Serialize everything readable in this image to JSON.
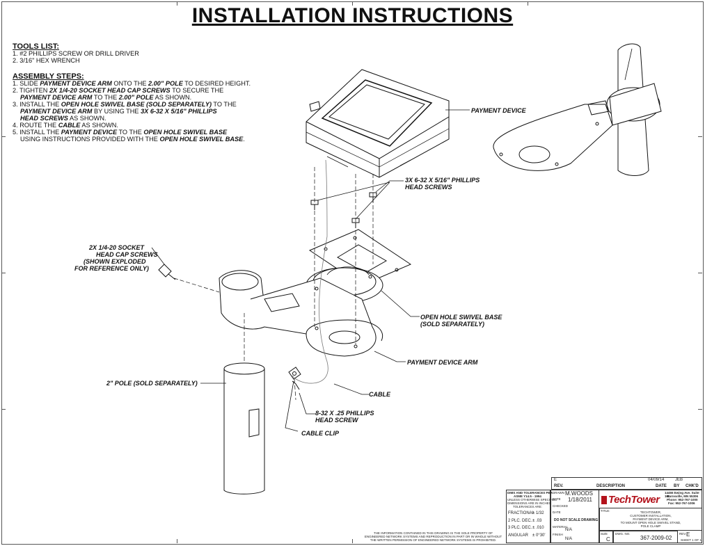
{
  "title": "INSTALLATION INSTRUCTIONS",
  "tools": {
    "heading": "TOOLS LIST:",
    "items": [
      "1. #2 PHILLIPS SCREW OR DRILL DRIVER",
      "2. 3/16\" HEX WRENCH"
    ]
  },
  "assembly": {
    "heading": "ASSEMBLY STEPS:",
    "s1a": "1. SLIDE ",
    "s1b": "PAYMENT DEVICE ARM",
    "s1c": " ONTO THE ",
    "s1d": "2.00\" POLE",
    "s1e": " TO DESIRED HEIGHT.",
    "s2a": "2. TIGHTEN ",
    "s2b": "2X 1/4-20 SOCKET HEAD CAP SCREWS",
    "s2c": " TO SECURE THE",
    "s2d": "PAYMENT DEVICE ARM",
    "s2e": " TO THE ",
    "s2f": "2.00\" POLE",
    "s2g": " AS SHOWN.",
    "s3a": "3. INSTALL THE ",
    "s3b": "OPEN HOLE SWIVEL BASE (SOLD SEPARATELY)",
    "s3c": " TO THE",
    "s3d": "PAYMENT DEVICE ARM",
    "s3e": " BY USING THE ",
    "s3f": "3X 6-32 X 5/16\" PHILLIPS",
    "s3g": "HEAD SCREWS",
    "s3h": " AS SHOWN.",
    "s4a": "4. ROUTE THE ",
    "s4b": "CABLE",
    "s4c": " AS SHOWN.",
    "s5a": "5. INSTALL THE ",
    "s5b": "PAYMENT DEVICE",
    "s5c": " TO THE ",
    "s5d": "OPEN HOLE SWIVEL BASE",
    "s5e": "USING INSTRUCTIONS PROVIDED WITH THE ",
    "s5f": "OPEN HOLE SWIVEL BASE",
    "s5g": "."
  },
  "callouts": {
    "payment_device": "PAYMENT DEVICE",
    "phillips_1": "3X 6-32 X 5/16\" PHILLIPS",
    "phillips_2": "HEAD SCREWS",
    "socket_1": "2X 1/4-20 SOCKET",
    "socket_2": "HEAD CAP SCREWS",
    "socket_3": "(SHOWN EXPLODED",
    "socket_4": "FOR REFERENCE ONLY)",
    "swivel_1": "OPEN HOLE SWIVEL BASE",
    "swivel_2": "(SOLD SEPARATELY)",
    "arm": "PAYMENT DEVICE ARM",
    "pole": "2\" POLE (SOLD SEPARATELY)",
    "cable": "CABLE",
    "head_screw_1": "8-32 X .25 PHILLIPS",
    "head_screw_2": "HEAD SCREW",
    "cable_clip": "CABLE CLIP"
  },
  "title_block": {
    "rev_letter": "E",
    "rev_date": "04/09/14",
    "rev_by": "JEB",
    "rev_label": "REV.",
    "desc_label": "DESCRIPTION",
    "date_label": "DATE",
    "by_label": "BY",
    "chkd_label": "CHK'D",
    "dims_1": "DIMS AND TOLERANCES PER",
    "dims_2": "ASME Y14.5 - 1994",
    "dims_3": "UNLESS OTHERWISE SPECIFIED",
    "dims_4": "DIMENSIONS ARE IN INCHES",
    "dims_5": "TOLERANCES ARE:",
    "drawn_label": "DRAWN",
    "drawn_by": "M.WOODS",
    "date_row_label": "DATE",
    "drawn_date": "1/18/2011",
    "checked_label": "CHECKED",
    "date2_label": "DATE",
    "fractional_label": "FRACTIONAL",
    "fractional_val": "±  1/32",
    "dec2_label": "2 PLC. DEC.",
    "dec2_val": "±  .03",
    "dec3_label": "3 PLC. DEC.",
    "dec3_val": "±  .010",
    "angular_label": "ANGULAR",
    "angular_val": "±  0°30'",
    "no_scale": "DO NOT SCALE DRAWING",
    "material_label": "MATERIAL",
    "material_val": "N/A",
    "finish_label": "FINISH",
    "finish_val": "N/A",
    "company": "TechTower",
    "address_1": "14455 Ewing Ave. Suite 100",
    "address_2": "Burnsville, MN 55306",
    "address_3": "Phone: 952-767-1000",
    "address_4": "Fax: 952-767-1006",
    "title_label": "TITLE:",
    "title_1": "TECHTOWER,",
    "title_2": "CUSTOMER INSTALLATION,",
    "title_3": "PAYMENT DEVICE ARM,",
    "title_4": "TO MOUNT OPEN HOLE SWIVEL STAND,",
    "title_5": "POLE CLAMP",
    "size_label": "SIZE",
    "size_val": "C",
    "dwg_label": "DWG.  NO.",
    "dwg_val": "367-2009-02",
    "rev_label2": "REV.",
    "rev_val": "E",
    "sheet": "SHEET 1 OF 1",
    "confidential_1": "THE INFORMATION CONTAINED IN THIS DRAWING IS THE SOLE PROPERTY OF",
    "confidential_2": "ENGINEERED NETWORK SYSTEMS AND REPRODUCTION IN PART OR IN WHOLE WITHOUT",
    "confidential_3": "THE WRITTEN PERMISSION OF ENGINEERED NETWORK SYSTEMS IS PROHIBITED."
  }
}
